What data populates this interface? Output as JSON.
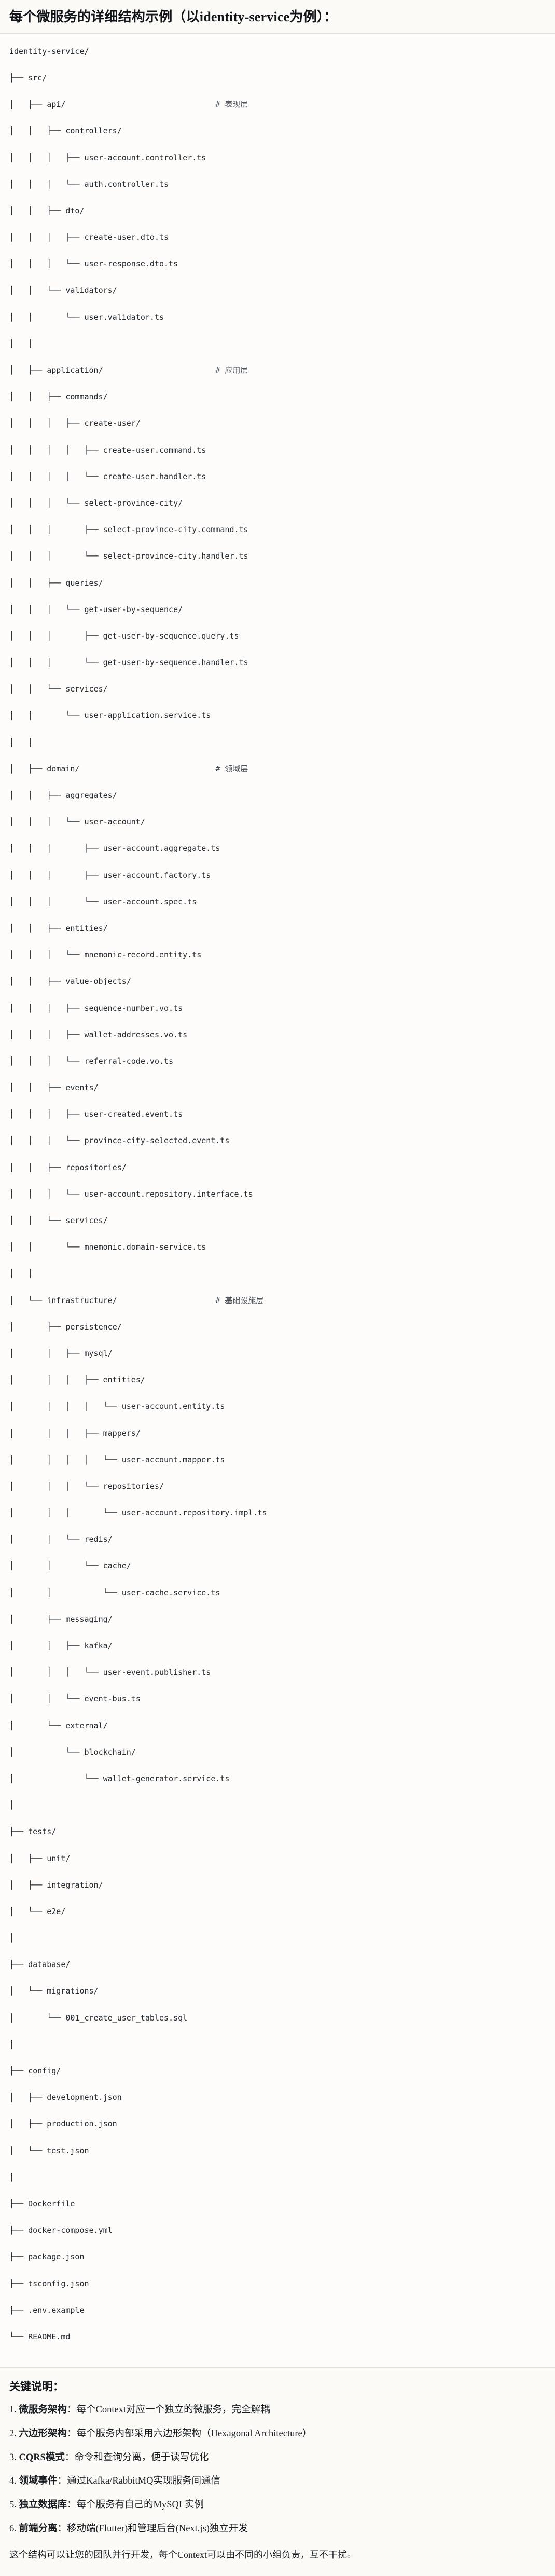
{
  "heading": "每个微服务的详细结构示例（以identity-service为例）：",
  "tree": {
    "root": "identity-service/",
    "lines": [
      {
        "glyphs": "",
        "name": "identity-service/",
        "comment": ""
      },
      {
        "glyphs": "├── ",
        "name": "src/",
        "comment": ""
      },
      {
        "glyphs": "│   ├── ",
        "name": "api/",
        "comment": "# 表现层"
      },
      {
        "glyphs": "│   │   ├── ",
        "name": "controllers/",
        "comment": ""
      },
      {
        "glyphs": "│   │   │   ├── ",
        "name": "user-account.controller.ts",
        "comment": ""
      },
      {
        "glyphs": "│   │   │   └── ",
        "name": "auth.controller.ts",
        "comment": ""
      },
      {
        "glyphs": "│   │   ├── ",
        "name": "dto/",
        "comment": ""
      },
      {
        "glyphs": "│   │   │   ├── ",
        "name": "create-user.dto.ts",
        "comment": ""
      },
      {
        "glyphs": "│   │   │   └── ",
        "name": "user-response.dto.ts",
        "comment": ""
      },
      {
        "glyphs": "│   │   └── ",
        "name": "validators/",
        "comment": ""
      },
      {
        "glyphs": "│   │       └── ",
        "name": "user.validator.ts",
        "comment": ""
      },
      {
        "glyphs": "│   │",
        "name": "",
        "comment": ""
      },
      {
        "glyphs": "│   ├── ",
        "name": "application/",
        "comment": "# 应用层"
      },
      {
        "glyphs": "│   │   ├── ",
        "name": "commands/",
        "comment": ""
      },
      {
        "glyphs": "│   │   │   ├── ",
        "name": "create-user/",
        "comment": ""
      },
      {
        "glyphs": "│   │   │   │   ├── ",
        "name": "create-user.command.ts",
        "comment": ""
      },
      {
        "glyphs": "│   │   │   │   └── ",
        "name": "create-user.handler.ts",
        "comment": ""
      },
      {
        "glyphs": "│   │   │   └── ",
        "name": "select-province-city/",
        "comment": ""
      },
      {
        "glyphs": "│   │   │       ├── ",
        "name": "select-province-city.command.ts",
        "comment": ""
      },
      {
        "glyphs": "│   │   │       └── ",
        "name": "select-province-city.handler.ts",
        "comment": ""
      },
      {
        "glyphs": "│   │   ├── ",
        "name": "queries/",
        "comment": ""
      },
      {
        "glyphs": "│   │   │   └── ",
        "name": "get-user-by-sequence/",
        "comment": ""
      },
      {
        "glyphs": "│   │   │       ├── ",
        "name": "get-user-by-sequence.query.ts",
        "comment": ""
      },
      {
        "glyphs": "│   │   │       └── ",
        "name": "get-user-by-sequence.handler.ts",
        "comment": ""
      },
      {
        "glyphs": "│   │   └── ",
        "name": "services/",
        "comment": ""
      },
      {
        "glyphs": "│   │       └── ",
        "name": "user-application.service.ts",
        "comment": ""
      },
      {
        "glyphs": "│   │",
        "name": "",
        "comment": ""
      },
      {
        "glyphs": "│   ├── ",
        "name": "domain/",
        "comment": "# 领域层"
      },
      {
        "glyphs": "│   │   ├── ",
        "name": "aggregates/",
        "comment": ""
      },
      {
        "glyphs": "│   │   │   └── ",
        "name": "user-account/",
        "comment": ""
      },
      {
        "glyphs": "│   │   │       ├── ",
        "name": "user-account.aggregate.ts",
        "comment": ""
      },
      {
        "glyphs": "│   │   │       ├── ",
        "name": "user-account.factory.ts",
        "comment": ""
      },
      {
        "glyphs": "│   │   │       └── ",
        "name": "user-account.spec.ts",
        "comment": ""
      },
      {
        "glyphs": "│   │   ├── ",
        "name": "entities/",
        "comment": ""
      },
      {
        "glyphs": "│   │   │   └── ",
        "name": "mnemonic-record.entity.ts",
        "comment": ""
      },
      {
        "glyphs": "│   │   ├── ",
        "name": "value-objects/",
        "comment": ""
      },
      {
        "glyphs": "│   │   │   ├── ",
        "name": "sequence-number.vo.ts",
        "comment": ""
      },
      {
        "glyphs": "│   │   │   ├── ",
        "name": "wallet-addresses.vo.ts",
        "comment": ""
      },
      {
        "glyphs": "│   │   │   └── ",
        "name": "referral-code.vo.ts",
        "comment": ""
      },
      {
        "glyphs": "│   │   ├── ",
        "name": "events/",
        "comment": ""
      },
      {
        "glyphs": "│   │   │   ├── ",
        "name": "user-created.event.ts",
        "comment": ""
      },
      {
        "glyphs": "│   │   │   └── ",
        "name": "province-city-selected.event.ts",
        "comment": ""
      },
      {
        "glyphs": "│   │   ├── ",
        "name": "repositories/",
        "comment": ""
      },
      {
        "glyphs": "│   │   │   └── ",
        "name": "user-account.repository.interface.ts",
        "comment": ""
      },
      {
        "glyphs": "│   │   └── ",
        "name": "services/",
        "comment": ""
      },
      {
        "glyphs": "│   │       └── ",
        "name": "mnemonic.domain-service.ts",
        "comment": ""
      },
      {
        "glyphs": "│   │",
        "name": "",
        "comment": ""
      },
      {
        "glyphs": "│   └── ",
        "name": "infrastructure/",
        "comment": "# 基础设施层"
      },
      {
        "glyphs": "│       ├── ",
        "name": "persistence/",
        "comment": ""
      },
      {
        "glyphs": "│       │   ├── ",
        "name": "mysql/",
        "comment": ""
      },
      {
        "glyphs": "│       │   │   ├── ",
        "name": "entities/",
        "comment": ""
      },
      {
        "glyphs": "│       │   │   │   └── ",
        "name": "user-account.entity.ts",
        "comment": ""
      },
      {
        "glyphs": "│       │   │   ├── ",
        "name": "mappers/",
        "comment": ""
      },
      {
        "glyphs": "│       │   │   │   └── ",
        "name": "user-account.mapper.ts",
        "comment": ""
      },
      {
        "glyphs": "│       │   │   └── ",
        "name": "repositories/",
        "comment": ""
      },
      {
        "glyphs": "│       │   │       └── ",
        "name": "user-account.repository.impl.ts",
        "comment": ""
      },
      {
        "glyphs": "│       │   └── ",
        "name": "redis/",
        "comment": ""
      },
      {
        "glyphs": "│       │       └── ",
        "name": "cache/",
        "comment": ""
      },
      {
        "glyphs": "│       │           └── ",
        "name": "user-cache.service.ts",
        "comment": ""
      },
      {
        "glyphs": "│       ├── ",
        "name": "messaging/",
        "comment": ""
      },
      {
        "glyphs": "│       │   ├── ",
        "name": "kafka/",
        "comment": ""
      },
      {
        "glyphs": "│       │   │   └── ",
        "name": "user-event.publisher.ts",
        "comment": ""
      },
      {
        "glyphs": "│       │   └── ",
        "name": "event-bus.ts",
        "comment": ""
      },
      {
        "glyphs": "│       └── ",
        "name": "external/",
        "comment": ""
      },
      {
        "glyphs": "│           └── ",
        "name": "blockchain/",
        "comment": ""
      },
      {
        "glyphs": "│               └── ",
        "name": "wallet-generator.service.ts",
        "comment": ""
      },
      {
        "glyphs": "│",
        "name": "",
        "comment": ""
      },
      {
        "glyphs": "├── ",
        "name": "tests/",
        "comment": ""
      },
      {
        "glyphs": "│   ├── ",
        "name": "unit/",
        "comment": ""
      },
      {
        "glyphs": "│   ├── ",
        "name": "integration/",
        "comment": ""
      },
      {
        "glyphs": "│   └── ",
        "name": "e2e/",
        "comment": ""
      },
      {
        "glyphs": "│",
        "name": "",
        "comment": ""
      },
      {
        "glyphs": "├── ",
        "name": "database/",
        "comment": ""
      },
      {
        "glyphs": "│   └── ",
        "name": "migrations/",
        "comment": ""
      },
      {
        "glyphs": "│       └── ",
        "name": "001_create_user_tables.sql",
        "comment": ""
      },
      {
        "glyphs": "│",
        "name": "",
        "comment": ""
      },
      {
        "glyphs": "├── ",
        "name": "config/",
        "comment": ""
      },
      {
        "glyphs": "│   ├── ",
        "name": "development.json",
        "comment": ""
      },
      {
        "glyphs": "│   ├── ",
        "name": "production.json",
        "comment": ""
      },
      {
        "glyphs": "│   └── ",
        "name": "test.json",
        "comment": ""
      },
      {
        "glyphs": "│",
        "name": "",
        "comment": ""
      },
      {
        "glyphs": "├── ",
        "name": "Dockerfile",
        "comment": ""
      },
      {
        "glyphs": "├── ",
        "name": "docker-compose.yml",
        "comment": ""
      },
      {
        "glyphs": "├── ",
        "name": "package.json",
        "comment": ""
      },
      {
        "glyphs": "├── ",
        "name": "tsconfig.json",
        "comment": ""
      },
      {
        "glyphs": "├── ",
        "name": ".env.example",
        "comment": ""
      },
      {
        "glyphs": "└── ",
        "name": "README.md",
        "comment": ""
      }
    ]
  },
  "notes": {
    "title": "关键说明：",
    "items": [
      {
        "index": "1.",
        "term": "微服务架构",
        "sep": "：",
        "body": "每个Context对应一个独立的微服务，完全解耦"
      },
      {
        "index": "2.",
        "term": "六边形架构",
        "sep": "：",
        "body": "每个服务内部采用六边形架构（Hexagonal Architecture）"
      },
      {
        "index": "3.",
        "term": "CQRS模式",
        "sep": "：",
        "body": "命令和查询分离，便于读写优化"
      },
      {
        "index": "4.",
        "term": "领域事件",
        "sep": "：",
        "body": "通过Kafka/RabbitMQ实现服务间通信"
      },
      {
        "index": "5.",
        "term": "独立数据库",
        "sep": "：",
        "body": "每个服务有自己的MySQL实例"
      },
      {
        "index": "6.",
        "term": "前端分离",
        "sep": "：",
        "body": "移动端(Flutter)和管理后台(Next.js)独立开发"
      }
    ],
    "closing": "这个结构可以让您的团队并行开发，每个Context可以由不同的小组负责，互不干扰。"
  },
  "colors": {
    "page_bg": "#fbfaf7",
    "code_bg": "#fdfcfa",
    "rule": "#e3e1dc",
    "text": "#1f2328",
    "comment": "#4d545c"
  }
}
